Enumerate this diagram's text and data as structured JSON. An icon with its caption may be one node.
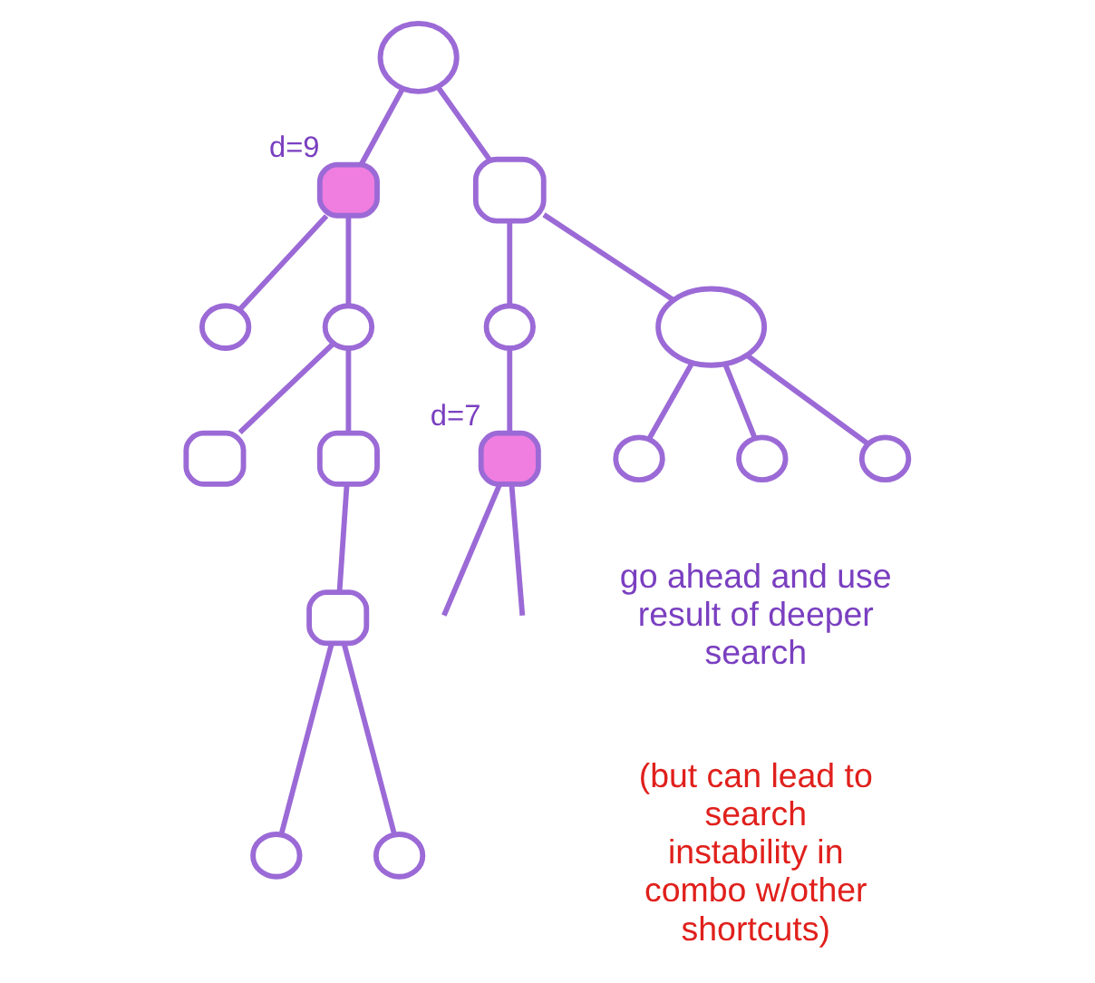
{
  "diagram": {
    "nodes": [
      {
        "text": [],
        "shape": "circle"
      },
      {
        "text": [],
        "shape": "box",
        "beside": [
          "d=9"
        ]
      },
      {
        "text": [],
        "shape": "circle"
      },
      {
        "text": [],
        "shape": "circle"
      },
      {
        "text": [],
        "shape": "box"
      },
      {
        "text": [],
        "shape": "box"
      },
      {
        "text": [],
        "shape": "box"
      },
      {
        "text": [],
        "shape": "circle"
      },
      {
        "text": [],
        "shape": "circle"
      },
      {
        "text": [],
        "shape": "box"
      },
      {
        "text": [],
        "shape": "circle"
      },
      {
        "text": [],
        "shape": "box",
        "beside": [
          "d=7"
        ]
      },
      {
        "text": [],
        "shape": "circle"
      },
      {
        "text": [],
        "shape": "circle"
      },
      {
        "text": [],
        "shape": "circle"
      },
      {
        "text": [],
        "shape": "circle"
      }
    ],
    "edges": [
      {
        "from": 0,
        "to": 1,
        "arrow": "none"
      },
      {
        "from": 1,
        "to": 2,
        "arrow": "none"
      },
      {
        "from": 1,
        "to": 3,
        "arrow": "none"
      },
      {
        "from": 3,
        "to": 4,
        "arrow": "none"
      },
      {
        "from": 3,
        "to": 5,
        "arrow": "none"
      },
      {
        "from": 5,
        "to": 6,
        "arrow": "none"
      },
      {
        "from": 6,
        "to": 7,
        "arrow": "none"
      },
      {
        "from": 6,
        "to": 8,
        "arrow": "none"
      },
      {
        "from": 0,
        "to": 9,
        "arrow": "none"
      },
      {
        "from": 9,
        "to": 10,
        "arrow": "none"
      },
      {
        "from": 10,
        "to": 11,
        "arrow": "none"
      },
      {
        "from": 11,
        "to": null,
        "arrow": "none"
      },
      {
        "from": 11,
        "to": null,
        "arrow": "none"
      },
      {
        "from": 9,
        "to": 12,
        "arrow": "none"
      },
      {
        "from": 12,
        "to": 13,
        "arrow": "none"
      },
      {
        "from": 12,
        "to": 14,
        "arrow": "none"
      },
      {
        "from": 12,
        "to": 15,
        "arrow": "none"
      }
    ],
    "labels": [
      "go ahead and use result of deeper search",
      "(but can lead to search instability in combo w/other shortcuts)"
    ]
  }
}
